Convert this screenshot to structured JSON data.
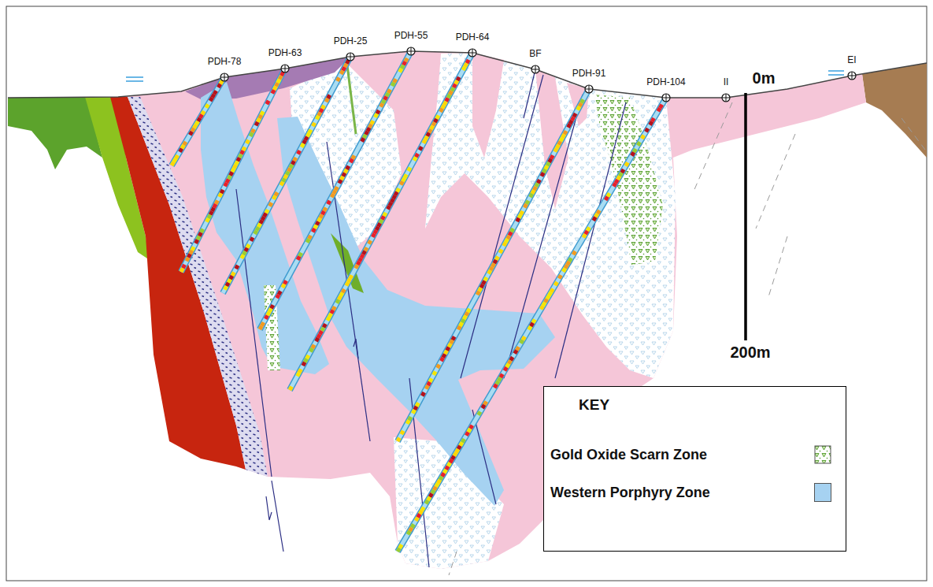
{
  "diagram": {
    "nodes": [
      {
        "text": [
          "KEY"
        ]
      }
    ],
    "labels": [
      "PDH-78",
      "PDH-63",
      "PDH-25",
      "PDH-55",
      "PDH-64",
      "BF",
      "PDH-91",
      "PDH-104",
      "II",
      "EI",
      "0m",
      "200m"
    ],
    "legend": [
      {
        "text": "Gold Oxide Scarn Zone"
      },
      {
        "text": "Western Porphyry Zone",
        "color": "#a6d2f1"
      }
    ]
  }
}
